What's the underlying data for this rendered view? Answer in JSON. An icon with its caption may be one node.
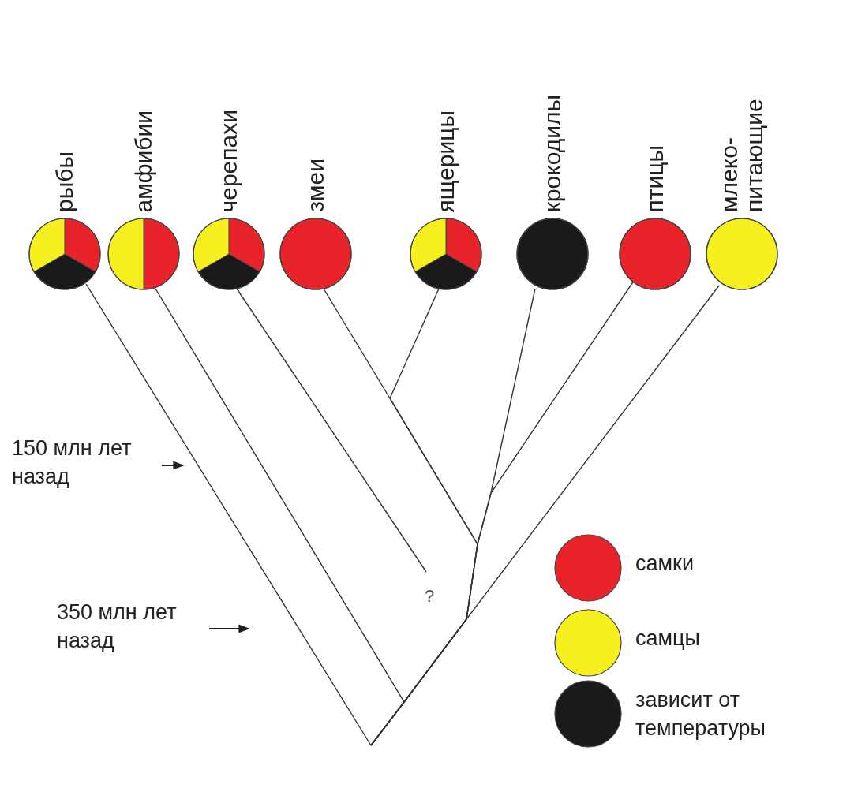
{
  "diagram": {
    "nodes": [
      {
        "text": [
          "рыбы"
        ]
      },
      {
        "text": [
          "амфибии"
        ]
      },
      {
        "text": [
          "черепахи"
        ]
      },
      {
        "text": [
          "змеи"
        ]
      },
      {
        "text": [
          "ящерицы"
        ]
      },
      {
        "text": [
          "крокодилы"
        ]
      },
      {
        "text": [
          "птицы"
        ]
      },
      {
        "text": [
          "млеко- питающие"
        ]
      }
    ],
    "edges": [
      {
        "from": 0,
        "to": null,
        "arrow": "none"
      },
      {
        "from": 1,
        "to": null,
        "arrow": "none"
      },
      {
        "from": 2,
        "to": null,
        "arrow": "none"
      },
      {
        "from": 3,
        "to": null,
        "arrow": "none"
      },
      {
        "from": 4,
        "to": null,
        "arrow": "none"
      },
      {
        "from": 5,
        "to": null,
        "arrow": "none"
      },
      {
        "from": 6,
        "to": null,
        "arrow": "none"
      },
      {
        "from": 7,
        "to": null,
        "arrow": "none"
      }
    ],
    "labels": [
      "150 млн лет назад",
      "?",
      "350 млн лет назад"
    ],
    "legend": [
      {
        "text": "самки",
        "color": "#e8232a"
      },
      {
        "text": "самцы",
        "color": "#f5f01e"
      },
      {
        "text": "зависит от температуры",
        "color": "#1a1a1a"
      }
    ]
  }
}
